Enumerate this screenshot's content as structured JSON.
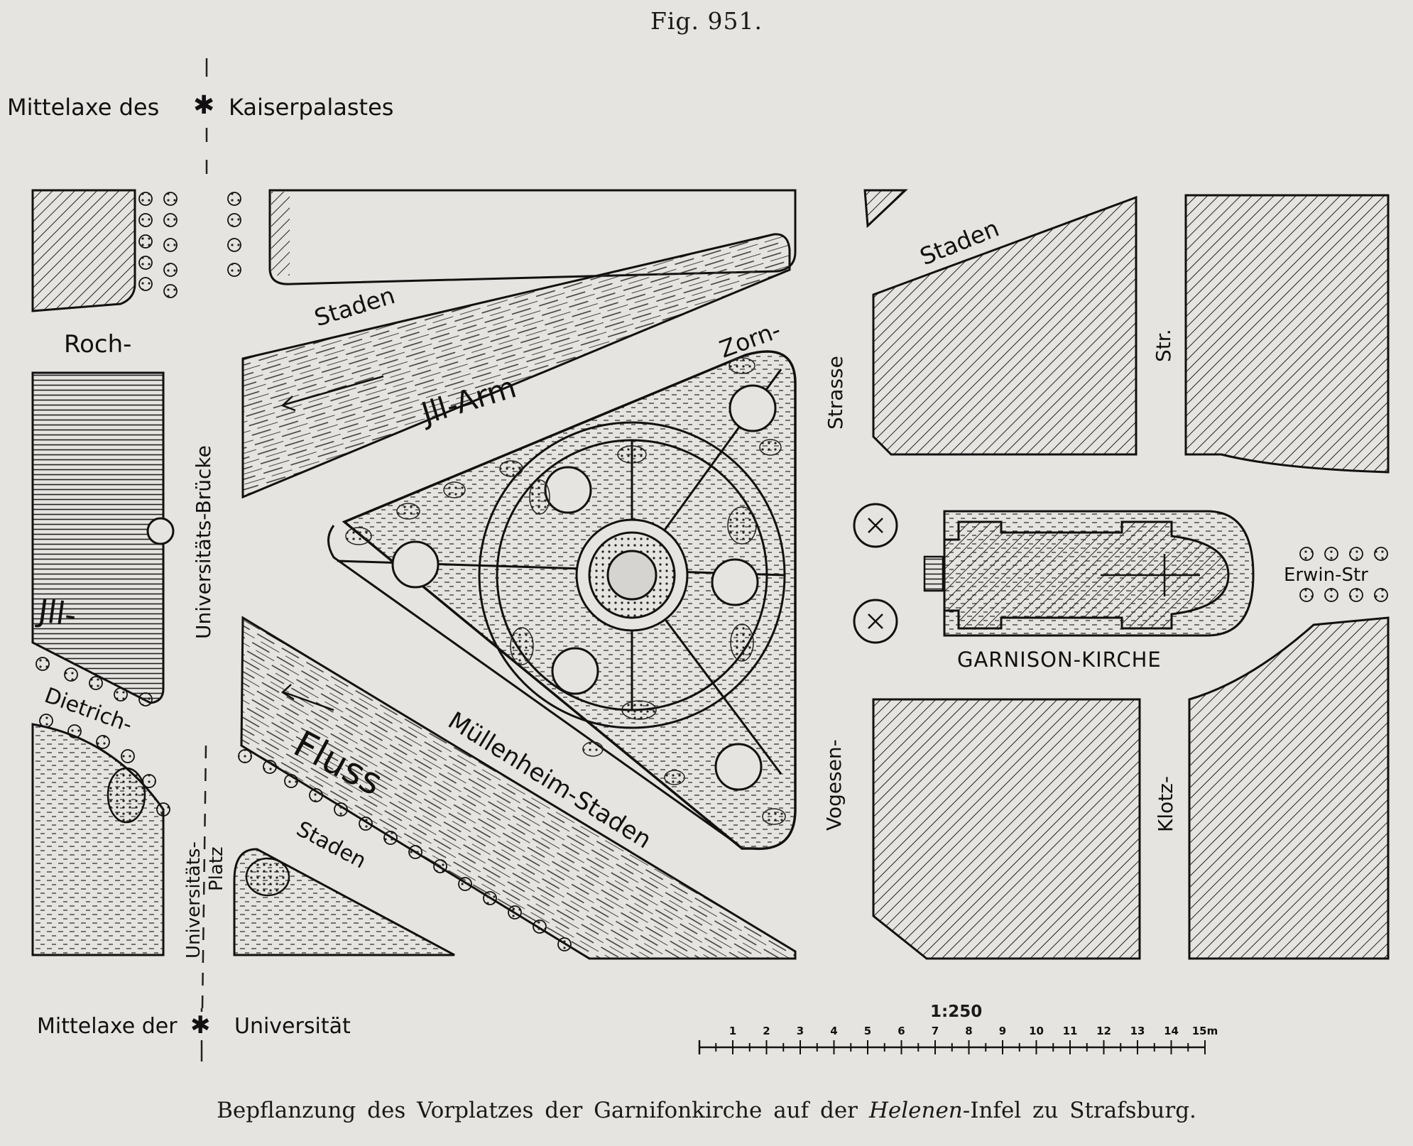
{
  "figure": {
    "number": "Fig. 951."
  },
  "caption": {
    "before": "Bepflanzung des Vorplatzes der Garnifonkirche auf der",
    "italic": "Helenen",
    "after": "-Infel zu Strafsburg."
  },
  "axes": {
    "top": {
      "before": "Mittelaxe des",
      "after": "Kaiserpalastes"
    },
    "bottom": {
      "before": "Mittelaxe der",
      "after": "Universität"
    }
  },
  "labels": {
    "staden_top_left": "Staden",
    "staden_top_right": "Staden",
    "roch": "Roch-",
    "universitaets_bruecke": "Universitäts-Brücke",
    "jll_arm": "Jll-Arm",
    "zorn": "Zorn-",
    "strasse": "Strasse",
    "str": "Str.",
    "jll": "Jll-",
    "dietrich": "Dietrich-",
    "fluss": "Fluss",
    "muellenheim_staden": "Müllenheim-Staden",
    "staden_bottom": "Staden",
    "universitaets_platz_1": "Universitäts-",
    "universitaets_platz_2": "Platz",
    "vogesen": "Vogesen-",
    "klotz": "Klotz-",
    "garnison_kirche": "GARNISON-KIRCHE",
    "erwin_str": "Erwin-Str"
  },
  "scale": {
    "ratio": "1:250",
    "ticks": [
      "1",
      "2",
      "3",
      "4",
      "5",
      "6",
      "7",
      "8",
      "9",
      "10",
      "11",
      "12",
      "13",
      "14",
      "15m"
    ]
  },
  "symbols": {
    "axis_marker": "asterisk-icon",
    "north_arrow": "arrow-icon"
  }
}
